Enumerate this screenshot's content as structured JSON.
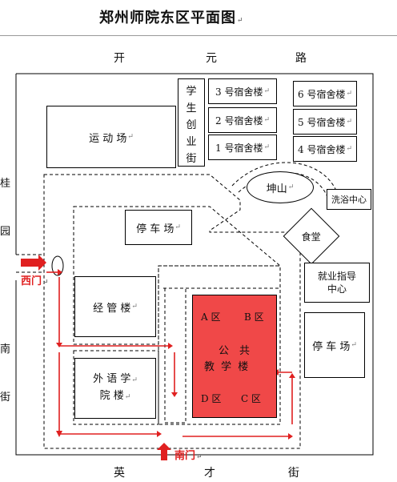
{
  "title": "郑州师院东区平面图",
  "roads": {
    "north": [
      "开",
      "元",
      "路"
    ],
    "south": [
      "英",
      "才",
      "街"
    ],
    "west": [
      "桂",
      "园",
      "南",
      "街"
    ]
  },
  "buildings": {
    "sports_field": "运 动 场",
    "student_street": [
      "学",
      "生",
      "创",
      "业",
      "街"
    ],
    "dorm_3": "3 号宿舍楼",
    "dorm_2": "2 号宿舍楼",
    "dorm_1": "1 号宿舍楼",
    "dorm_6": "6 号宿舍楼",
    "dorm_5": "5 号宿舍楼",
    "dorm_4": "4 号宿舍楼",
    "kunshan": "坤山",
    "bathhouse": "洗浴中心",
    "canteen": "食堂",
    "parking_west": "停 车 场",
    "parking_east": "停 车 场",
    "employment_center": [
      "就业指导",
      "中心"
    ],
    "management": "经 管 楼",
    "foreign_lang": [
      "外 语 学",
      "院 楼"
    ],
    "teaching": {
      "zone_a": "A 区",
      "zone_b": "B 区",
      "zone_c": "C 区",
      "zone_d": "D 区",
      "name_line1": "公　共",
      "name_line2": "教 学 楼"
    }
  },
  "gates": {
    "west": "西门",
    "south": "南门"
  },
  "colors": {
    "teaching_fill": "#f04848",
    "arrow": "#e02020",
    "road_dash": "#000000"
  }
}
